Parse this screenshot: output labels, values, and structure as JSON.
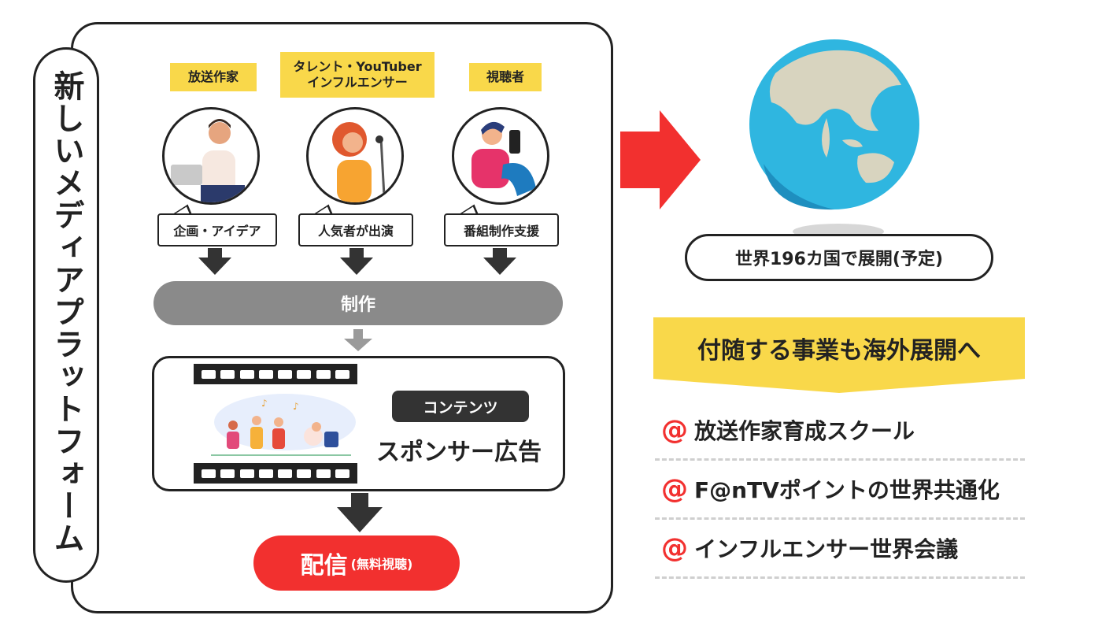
{
  "platform": {
    "title": "新しいメディアプラットフォーム",
    "roles": [
      {
        "label": "放送作家",
        "bubble": "企画・アイデア",
        "icon": "writer-illustration"
      },
      {
        "label": "タレント・YouTuber\nインフルエンサー",
        "bubble": "人気者が出演",
        "icon": "singer-illustration"
      },
      {
        "label": "視聴者",
        "bubble": "番組制作支援",
        "icon": "viewer-illustration"
      }
    ],
    "production": "制作",
    "contents_tag": "コンテンツ",
    "sponsor_text": "スポンサー広告",
    "delivery_main": "配信",
    "delivery_sub": "(無料視聴)"
  },
  "globe": {
    "caption": "世界196カ国で展開(予定)"
  },
  "overseas": {
    "heading": "付随する事業も海外展開へ",
    "marker": "@",
    "items": [
      "放送作家育成スクール",
      "F@nTVポイントの世界共通化",
      "インフルエンサー世界会議"
    ]
  },
  "colors": {
    "accent_red": "#f2302f",
    "label_yellow": "#f9d84a",
    "bar_gray": "#8a8a8a",
    "ocean_blue": "#2fb6e0",
    "land": "#d8d4bf"
  }
}
